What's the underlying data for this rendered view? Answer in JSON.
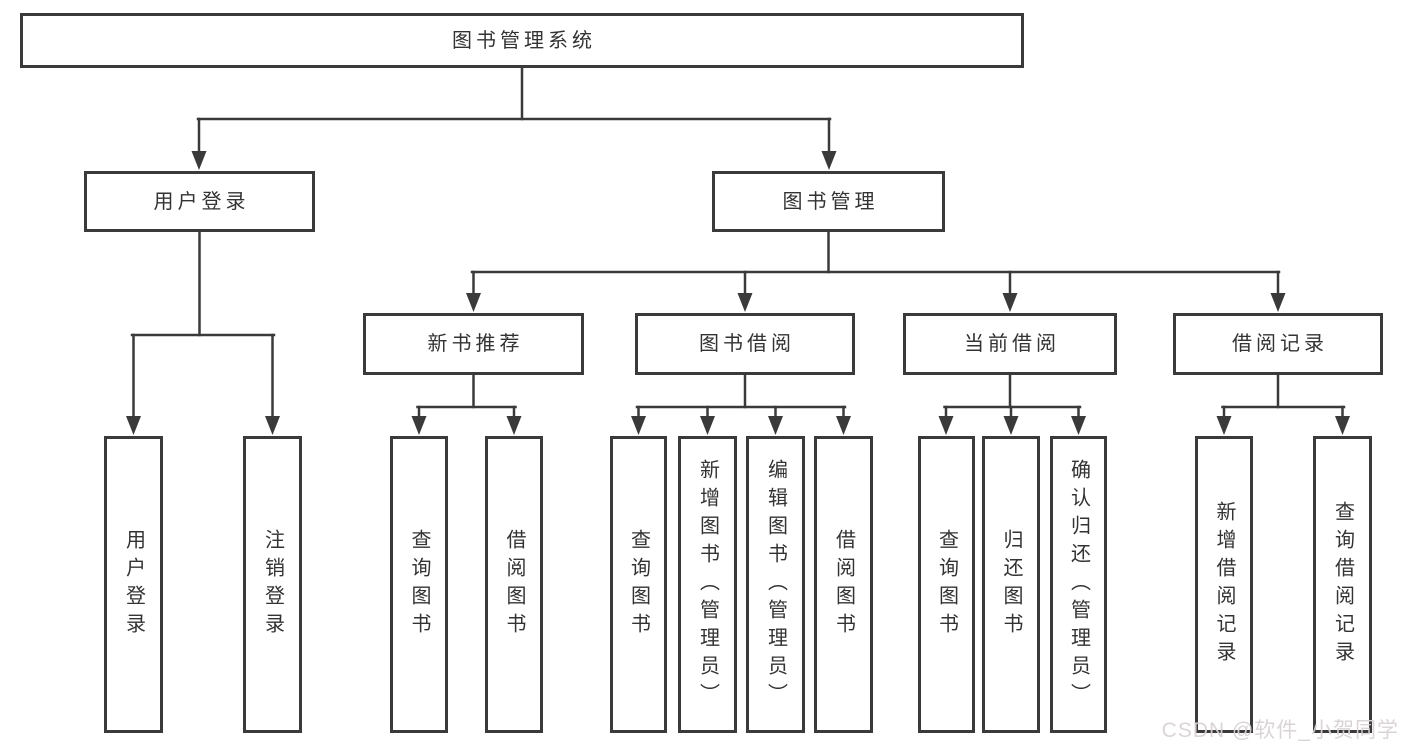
{
  "nodes": {
    "root": "图书管理系统",
    "level2": [
      "用户登录",
      "图书管理"
    ],
    "level3": [
      "新书推荐",
      "图书借阅",
      "当前借阅",
      "借阅记录"
    ],
    "level4": {
      "user_login": [
        "用户登录",
        "注销登录"
      ],
      "new_book_recommend": [
        "查询图书",
        "借阅图书"
      ],
      "book_borrow": [
        "查询图书",
        "新增图书（管理员）",
        "编辑图书（管理员）",
        "借阅图书"
      ],
      "current_borrow": [
        "查询图书",
        "归还图书",
        "确认归还（管理员）"
      ],
      "borrow_records": [
        "新增借阅记录",
        "查询借阅记录"
      ]
    }
  },
  "watermark": "CSDN @软件_小贺同学",
  "colors": {
    "line": "#3a3a3a",
    "text": "#333333",
    "background": "#ffffff",
    "watermark": "#d9d2d4"
  }
}
